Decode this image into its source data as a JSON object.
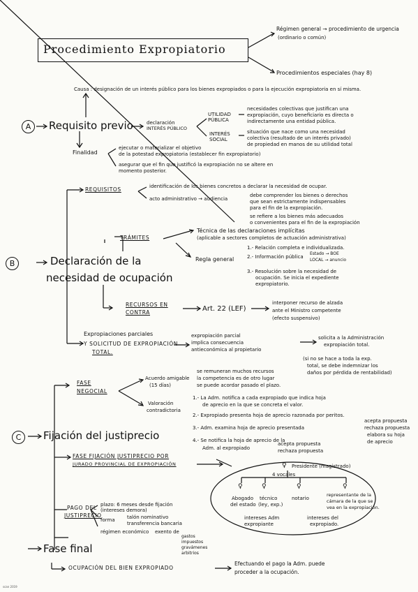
{
  "title": "Procedimiento Expropiatorio",
  "top": {
    "general": "Régimen general → procedimiento de urgencia",
    "general_note": "(ordinario o común)",
    "especiales": "Procedimientos especiales (hay 8)"
  },
  "A": {
    "letter": "A",
    "heading": "Requisito previo",
    "causa": "Causa : designación de un interés público para los bienes expropiados o para la ejecución expropiatoria en sí misma.",
    "decl_1": "declaración",
    "decl_2": "INTERÉS PÚBLICO",
    "utilidad": "UTILIDAD PÚBLICA",
    "utilidad_desc_1": "necesidades colectivas que justifican una",
    "utilidad_desc_2": "expropiación, cuyo beneficiario es directa o",
    "utilidad_desc_3": "indirectamente una entidad pública.",
    "interes": "INTERÉS SOCIAL",
    "interes_desc_1": "situación que nace como una necesidad",
    "interes_desc_2": "colectiva (resultado de un interés privado)",
    "interes_desc_3": "de propiedad en manos de su utilidad total",
    "finalidad": "Finalidad",
    "fin_1": "ejecutar o materializar el objetivo",
    "fin_2": "de la potestad expropiatoria (establecer fin expropiatorio)",
    "fin_3": "asegurar que el fin que justificó la expropiación no se altere en",
    "fin_4": "momento posterior."
  },
  "B": {
    "letter": "B",
    "heading_1": "Declaración de la",
    "heading_2": "necesidad de ocupación",
    "requisitos": "REQUISITOS",
    "req_1": "identificación de los bienes concretos a declarar la necesidad de ocupar.",
    "req_2": "acto administrativo → audiencia",
    "req_2a": "debe comprender los bienes o derechos",
    "req_2b": "que sean estrictamente indispensables",
    "req_2c": "para el fin de la expropiación.",
    "req_2d": "se refiere a los bienes más adecuados",
    "req_2e": "o convenientes para el fin de la expropiación",
    "tramites": "TRÁMITES",
    "tecnica_1": "Técnica de las declaraciones implícitas",
    "tecnica_2": "(aplicable a sectores completos de actuación administrativa)",
    "regla": "Regla general",
    "regla_1": "1.- Relación completa e individualizada.",
    "regla_2": "2.- Información pública",
    "regla_2a": "Estado → BOE",
    "regla_2b": "LOCAL → anuncio",
    "regla_3a": "3.- Resolución sobre la necesidad de",
    "regla_3b": "ocupación. Se inicia el expediente",
    "regla_3c": "expropiatorio.",
    "recursos_1": "RECURSOS EN",
    "recursos_2": "CONTRA",
    "art": "Art. 22 (LEF)",
    "art_desc_1": "interponer recurso de alzada",
    "art_desc_2": "ante el Ministro competente",
    "art_desc_3": "(efecto suspensivo)",
    "exprop_1": "Expropiaciones parciales",
    "exprop_2": "y SOLICITUD DE EXPROPIACIÓN",
    "exprop_3": "TOTAL.",
    "parcial_1": "expropiación parcial",
    "parcial_2": "implica consecuencia",
    "parcial_3": "antieconómica al propietario",
    "total_1": "solicita a la Administración",
    "total_2": "expropiación total.",
    "note_1": "(si no se hace a toda la exp.",
    "note_2": "total, se debe indemnizar los",
    "note_3": "daños por pérdida de rentabilidad)"
  },
  "C": {
    "letter": "C",
    "heading": "Fijación del justiprecio",
    "fase_negocial_1": "FASE",
    "fase_negocial_2": "NEGOCIAL",
    "acuerdo_1": "Acuerdo amigable",
    "acuerdo_2": "(15 días)",
    "acuerdo_a": "se remuneran muchos recursos",
    "acuerdo_b": "la competencia es de otro lugar",
    "acuerdo_c": "se puede acordar pasado el plazo.",
    "valoracion_1": "Valoración",
    "valoracion_2": "contradictoria",
    "v1a": "1.- La Adm. notifica a cada expropiado que indica hoja",
    "v1b": "de aprecio en la que se concreta el valor.",
    "v2": "2.- Expropiado presenta hoja de aprecio razonada por peritos.",
    "v3": "3.- Adm. examina hoja de aprecio presentada",
    "v3a": "acepta propuesta",
    "v3b": "rechaza propuesta",
    "v3c": "elabora su hoja",
    "v3d": "de aprecio",
    "v4a": "4.- Se notifica la hoja de aprecio de la",
    "v4b": "Adm. al expropiado",
    "v4c": "acepta propuesta",
    "v4d": "rechaza propuesta",
    "fase_fij_1": "FASE FIJACIÓN JUSTIPRECIO POR",
    "fase_fij_2": "JURADO PROVINCIAL DE EXPROPIACIÓN",
    "presidente": "Presidente (magistrado)",
    "vocales": "4 vocales",
    "abogado_1": "Abogado",
    "abogado_2": "del estado",
    "tecnico_1": "técnico",
    "tecnico_2": "(ley, exp.)",
    "notario": "notario",
    "repr_1": "representante de la",
    "repr_2": "cámara de la que se",
    "repr_3": "vea en la expropiación.",
    "interesados_1": "intereses Adm",
    "interesados_2": "expropiante",
    "intereses_exp_1": "intereses del",
    "intereses_exp_2": "expropiado."
  },
  "final": {
    "heading": "Fase final",
    "pago_1": "PAGO DEL",
    "pago_2": "JUSTIPRECIO",
    "plazo": "plazo: 6 meses desde fijación (intereses demora)",
    "forma": "forma",
    "forma_1": "talón nominativo",
    "forma_2": "transferencia bancaria",
    "regimen": "régimen económico",
    "regimen_1": "exento de",
    "regimen_2": "gastos",
    "regimen_3": "impuestos",
    "regimen_4": "gravámenes",
    "regimen_5": "arbitrios",
    "ocupacion": "OCUPACIÓN DEL BIEN EXPROPIADO",
    "ocupacion_desc_1": "Efectuando el pago la Adm. puede",
    "ocupacion_desc_2": "proceder a la ocupación."
  },
  "footer": "scan 2019"
}
